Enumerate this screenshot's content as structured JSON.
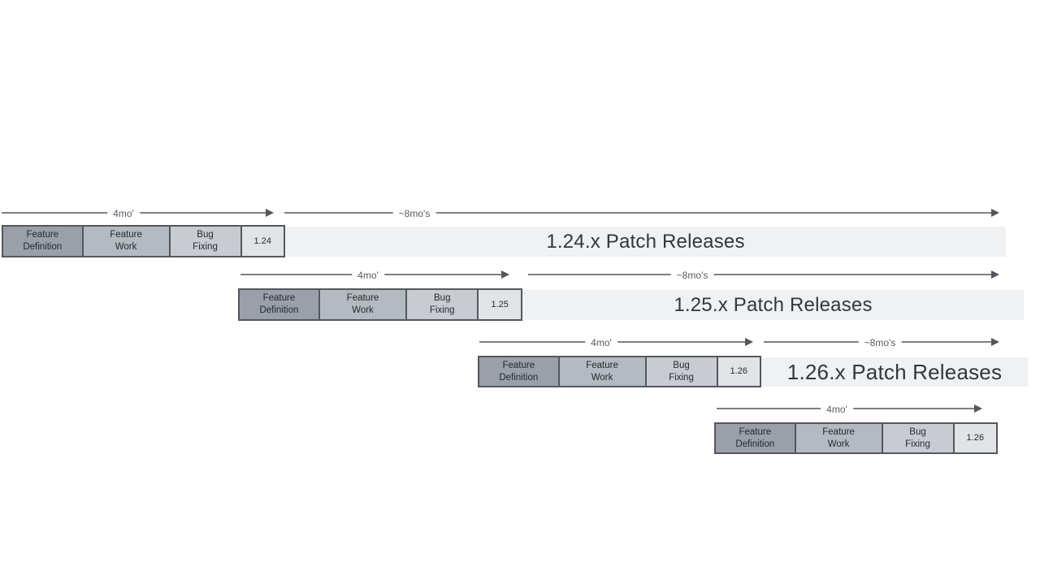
{
  "diagram": {
    "type": "release-cadence-timeline",
    "rows": [
      {
        "version": "1.24",
        "blocks": {
          "feature_definition": "Feature\nDefinition",
          "feature_work": "Feature\nWork",
          "bug_fixing": "Bug\nFixing"
        },
        "four_mo_label": "4mo'",
        "eight_mo_label": "~8mo's",
        "patch_label": "1.24.x Patch Releases"
      },
      {
        "version": "1.25",
        "blocks": {
          "feature_definition": "Feature\nDefinition",
          "feature_work": "Feature\nWork",
          "bug_fixing": "Bug\nFixing"
        },
        "four_mo_label": "4mo'",
        "eight_mo_label": "~8mo's",
        "patch_label": "1.25.x Patch Releases"
      },
      {
        "version": "1.26",
        "blocks": {
          "feature_definition": "Feature\nDefinition",
          "feature_work": "Feature\nWork",
          "bug_fixing": "Bug\nFixing"
        },
        "four_mo_label": "4mo'",
        "eight_mo_label": "~8mo's",
        "patch_label": "1.26.x Patch Releases"
      },
      {
        "version": "1.26",
        "blocks": {
          "feature_definition": "Feature\nDefinition",
          "feature_work": "Feature\nWork",
          "bug_fixing": "Bug\nFixing"
        },
        "four_mo_label": "4mo'"
      }
    ],
    "colors": {
      "feature_definition": "#99A0A9",
      "feature_work": "#B4BAC1",
      "bug_fixing": "#C8CCD2",
      "version_box": "#E1E3E7",
      "patch_bar": "#F0F1F3",
      "border": "#54575C",
      "arrow": "#7B8087",
      "arrow_label_text": "#565B62",
      "block_text": "#26292E",
      "patch_text": "#33363C"
    }
  }
}
